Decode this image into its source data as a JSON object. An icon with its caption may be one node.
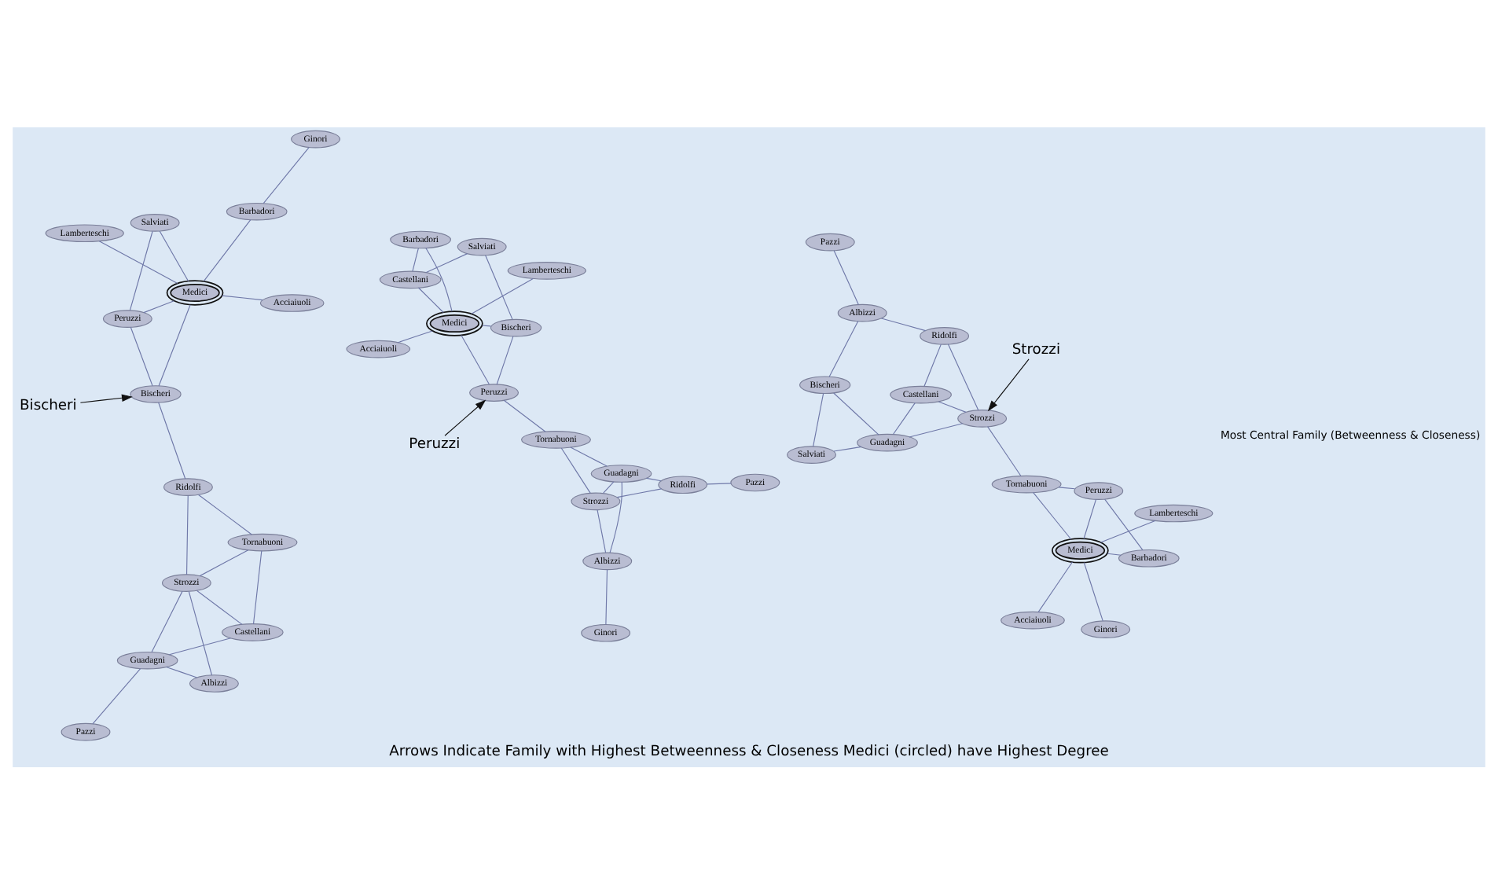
{
  "diagram": {
    "caption": "Arrows Indicate Family with Highest Betweenness & Closeness Medici (circled) have Highest Degree",
    "nodes": [
      {
        "text": [
          "Lamberteschi"
        ]
      },
      {
        "text": [
          "Acciaiuoli"
        ]
      },
      {
        "text": [
          "Medici"
        ]
      },
      {
        "text": [
          "Bischeri"
        ]
      },
      {
        "text": [
          "Barbadori"
        ]
      },
      {
        "text": [
          "Peruzzi"
        ]
      },
      {
        "text": [
          "Bischeri"
        ]
      },
      {
        "text": [
          "Ridolfi"
        ]
      },
      {
        "text": [
          "Strozzi"
        ]
      },
      {
        "text": [
          "Albizzi"
        ]
      },
      {
        "text": [
          "Guadagni"
        ]
      },
      {
        "text": [
          "Pazzi"
        ]
      },
      {
        "text": [
          "Tornabuoni"
        ]
      },
      {
        "text": [
          "Ginori"
        ]
      },
      {
        "text": [
          "Salviati"
        ]
      },
      {
        "text": [
          "Castellani"
        ]
      },
      {
        "text": [
          "Acciaiuoli"
        ]
      },
      {
        "text": [
          "Lamberteschi"
        ]
      },
      {
        "text": [
          "Peruzzi"
        ]
      },
      {
        "text": [
          "Medici"
        ]
      },
      {
        "text": [
          "Barbadori"
        ]
      },
      {
        "text": [
          "Peruzzi"
        ]
      },
      {
        "text": [
          "Tornabuoni"
        ]
      },
      {
        "text": [
          "Ginori"
        ]
      },
      {
        "text": [
          "Albizzi"
        ]
      },
      {
        "text": [
          "Strozzi"
        ]
      },
      {
        "text": [
          "Guadagni"
        ]
      },
      {
        "text": [
          "Castellani"
        ]
      },
      {
        "text": [
          "Bischeri"
        ]
      },
      {
        "text": [
          "Ridolfi"
        ]
      },
      {
        "text": [
          "Salviati"
        ]
      },
      {
        "text": [
          "Pazzi"
        ]
      },
      {
        "text": [
          "Salviati"
        ]
      },
      {
        "text": [
          "Barbadori"
        ]
      },
      {
        "text": [
          "Guadagni"
        ]
      },
      {
        "text": [
          "Bischeri"
        ]
      },
      {
        "text": [
          "Strozzi"
        ]
      },
      {
        "text": [
          "Peruzzi"
        ]
      },
      {
        "text": [
          "Acciaiuoli"
        ]
      },
      {
        "text": [
          "Castellani"
        ]
      },
      {
        "text": [
          "Strozzi"
        ]
      },
      {
        "text": [
          "Tornabuoni"
        ]
      },
      {
        "text": [
          "Medici"
        ]
      },
      {
        "text": [
          "Ridolfi"
        ]
      },
      {
        "text": [
          "Albizzi"
        ]
      },
      {
        "text": [
          "Lamberteschi"
        ]
      },
      {
        "text": [
          "Pazzi"
        ]
      },
      {
        "text": [
          "Ginori"
        ]
      }
    ],
    "edges": [
      {
        "from": 2,
        "to": 0,
        "arrow": "none"
      },
      {
        "from": 2,
        "to": 1,
        "arrow": "none"
      },
      {
        "from": 2,
        "to": 4,
        "arrow": "none"
      },
      {
        "from": 4,
        "to": 13,
        "arrow": "none"
      },
      {
        "from": 2,
        "to": 5,
        "arrow": "none"
      },
      {
        "from": 2,
        "to": 14,
        "arrow": "none"
      },
      {
        "from": 14,
        "to": 5,
        "arrow": "none"
      },
      {
        "from": 5,
        "to": 6,
        "arrow": "none"
      },
      {
        "from": 2,
        "to": 6,
        "arrow": "none"
      },
      {
        "from": 6,
        "to": 7,
        "arrow": "none"
      },
      {
        "from": 7,
        "to": 8,
        "arrow": "none"
      },
      {
        "from": 7,
        "to": 12,
        "arrow": "none"
      },
      {
        "from": 12,
        "to": 8,
        "arrow": "none"
      },
      {
        "from": 8,
        "to": 9,
        "arrow": "none"
      },
      {
        "from": 8,
        "to": 10,
        "arrow": "none"
      },
      {
        "from": 8,
        "to": 15,
        "arrow": "none"
      },
      {
        "from": 9,
        "to": 10,
        "arrow": "none"
      },
      {
        "from": 12,
        "to": 15,
        "arrow": "none"
      },
      {
        "from": 15,
        "to": 10,
        "arrow": "none"
      },
      {
        "from": 10,
        "to": 11,
        "arrow": "none"
      },
      {
        "from": 3,
        "to": 6,
        "arrow": "to",
        "color": "#111111"
      },
      {
        "from": 19,
        "to": 16,
        "arrow": "none"
      },
      {
        "from": 19,
        "to": 17,
        "arrow": "none"
      },
      {
        "from": 19,
        "to": 20,
        "arrow": "none"
      },
      {
        "from": 19,
        "to": 27,
        "arrow": "none"
      },
      {
        "from": 19,
        "to": 28,
        "arrow": "none"
      },
      {
        "from": 19,
        "to": 21,
        "arrow": "none"
      },
      {
        "from": 20,
        "to": 27,
        "arrow": "none"
      },
      {
        "from": 27,
        "to": 30,
        "arrow": "none"
      },
      {
        "from": 30,
        "to": 28,
        "arrow": "none"
      },
      {
        "from": 28,
        "to": 21,
        "arrow": "none"
      },
      {
        "from": 21,
        "to": 22,
        "arrow": "none"
      },
      {
        "from": 22,
        "to": 25,
        "arrow": "none"
      },
      {
        "from": 22,
        "to": 26,
        "arrow": "none"
      },
      {
        "from": 25,
        "to": 26,
        "arrow": "none"
      },
      {
        "from": 25,
        "to": 24,
        "arrow": "none"
      },
      {
        "from": 26,
        "to": 24,
        "arrow": "none"
      },
      {
        "from": 25,
        "to": 29,
        "arrow": "none"
      },
      {
        "from": 26,
        "to": 29,
        "arrow": "none"
      },
      {
        "from": 24,
        "to": 23,
        "arrow": "none"
      },
      {
        "from": 29,
        "to": 31,
        "arrow": "none"
      },
      {
        "from": 18,
        "to": 21,
        "arrow": "to",
        "color": "#111111"
      },
      {
        "from": 32,
        "to": 35,
        "arrow": "none"
      },
      {
        "from": 35,
        "to": 44,
        "arrow": "none"
      },
      {
        "from": 32,
        "to": 34,
        "arrow": "none"
      },
      {
        "from": 35,
        "to": 34,
        "arrow": "none"
      },
      {
        "from": 34,
        "to": 39,
        "arrow": "none"
      },
      {
        "from": 34,
        "to": 40,
        "arrow": "none"
      },
      {
        "from": 39,
        "to": 40,
        "arrow": "none"
      },
      {
        "from": 39,
        "to": 43,
        "arrow": "none"
      },
      {
        "from": 43,
        "to": 40,
        "arrow": "none"
      },
      {
        "from": 44,
        "to": 43,
        "arrow": "none"
      },
      {
        "from": 44,
        "to": 46,
        "arrow": "none"
      },
      {
        "from": 40,
        "to": 41,
        "arrow": "none"
      },
      {
        "from": 41,
        "to": 37,
        "arrow": "none"
      },
      {
        "from": 41,
        "to": 42,
        "arrow": "none"
      },
      {
        "from": 37,
        "to": 33,
        "arrow": "none"
      },
      {
        "from": 37,
        "to": 42,
        "arrow": "none"
      },
      {
        "from": 33,
        "to": 42,
        "arrow": "none"
      },
      {
        "from": 42,
        "to": 38,
        "arrow": "none"
      },
      {
        "from": 42,
        "to": 45,
        "arrow": "none"
      },
      {
        "from": 42,
        "to": 47,
        "arrow": "none"
      },
      {
        "from": 36,
        "to": 40,
        "arrow": "to",
        "color": "#111111"
      }
    ],
    "labels": [
      "Most Central Family (Betweenness & Closeness)"
    ]
  }
}
